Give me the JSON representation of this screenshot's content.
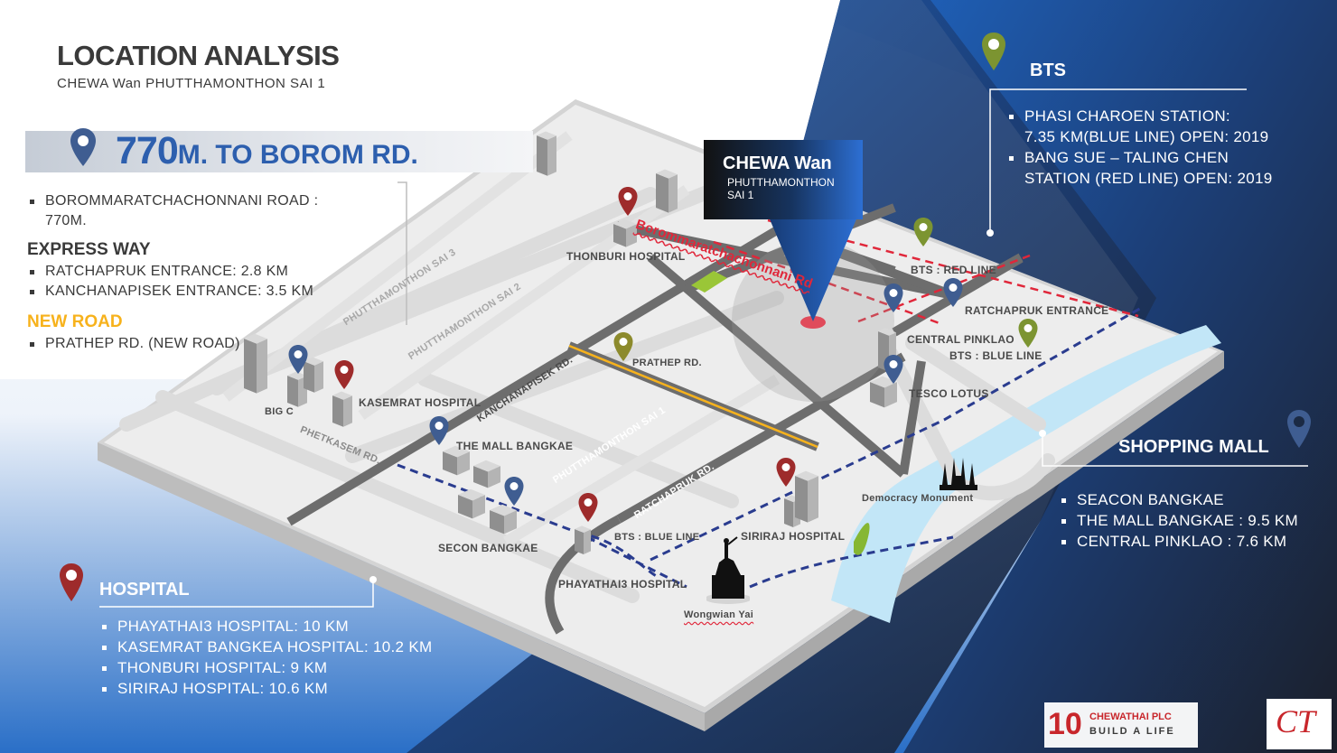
{
  "header": {
    "title": "LOCATION ANALYSIS",
    "subtitle": "CHEWA Wan PHUTTHAMONTHON SAI 1"
  },
  "distance_banner": {
    "value": "770",
    "unit_text": "M. TO BOROM RD."
  },
  "left_info": {
    "borom_item": [
      "BOROMMARATCHACHONNANI ROAD :",
      "770M."
    ],
    "express_way": {
      "heading": "EXPRESS WAY",
      "items": [
        "RATCHAPRUK ENTRANCE: 2.8 KM",
        "KANCHANAPISEK ENTRANCE: 3.5 KM"
      ]
    },
    "new_road": {
      "heading": "NEW ROAD",
      "items": [
        "PRATHEP RD. (NEW ROAD)"
      ]
    }
  },
  "bts": {
    "heading": "BTS",
    "items": [
      [
        "PHASI CHAROEN STATION:",
        "7.35 KM(BLUE LINE)  OPEN: 2019"
      ],
      [
        "BANG SUE – TALING CHEN",
        "STATION (RED LINE)   OPEN: 2019"
      ]
    ]
  },
  "shopping": {
    "heading": "SHOPPING MALL",
    "items": [
      "SEACON BANGKAE",
      "THE MALL BANGKAE : 9.5 KM",
      "CENTRAL PINKLAO : 7.6 KM"
    ]
  },
  "hospital": {
    "heading": "HOSPITAL",
    "items": [
      "PHAYATHAI3 HOSPITAL: 10 KM",
      "KASEMRAT BANGKEA HOSPITAL: 10.2 KM",
      "THONBURI HOSPITAL: 9 KM",
      "SIRIRAJ HOSPITAL: 10.6 KM"
    ]
  },
  "project_marker": {
    "name": "CHEWA Wan",
    "line1": "PHUTTHAMONTHON",
    "line2": "SAI 1"
  },
  "map_labels": {
    "borom_rd": "Borommaratchachonnani Rd",
    "thonburi_hospital": "THONBURI HOSPITAL",
    "bts_red_line": "BTS : RED LINE",
    "ratchapruk_entrance": "RATCHAPRUK ENTRANCE",
    "central_pinklao": "CENTRAL PINKLAO",
    "bts_blue_line_top": "BTS : BLUE LINE",
    "tesco_lotus": "TESCO LOTUS",
    "prathep_rd": "PRATHEP RD.",
    "kanchanapisek_rd": "KANCHANAPISEK RD.",
    "phutthamonthon_sai_3": "PHUTTHAMONTHON SAI 3",
    "phutthamonthon_sai_2": "PHUTTHAMONTHON SAI 2",
    "phutthamonthon_sai_1": "PHUTTHAMONTHON SAI 1",
    "big_c": "BIG C",
    "kasemrat_hospital": "KASEMRAT HOSPITAL",
    "phetkasem_rd": "PHETKASEM  RD.",
    "the_mall_bangkae": "THE MALL BANGKAE",
    "ratchapruk_rd": "RATCHAPRUK RD.",
    "secon_bangkae": "SECON BANGKAE",
    "bts_blue_line": "BTS : BLUE LINE",
    "siriraj_hospital": "SIRIRAJ HOSPITAL",
    "phayathai3_hospital": "PHAYATHAI3 HOSPITAL",
    "wongwian_yai": "Wongwian Yai",
    "democracy_monument": "Democracy Monument"
  },
  "logo": {
    "anniversary": "10",
    "company": "CHEWATHAI PLC",
    "tagline": "BUILD A LIFE",
    "monogram": "CT"
  },
  "colors": {
    "navy": "#1e3f7a",
    "bright_blue": "#2d6fd3",
    "title_blue": "#2d5fae",
    "orange": "#f7b21c",
    "red_line": "#e0273a",
    "blue_line": "#2a3c8f",
    "pin_blue": "#3f5d91",
    "pin_red": "#9e2b2b",
    "pin_green": "#7c9431",
    "pin_olive": "#8c8a2c",
    "river": "#bfe4f6"
  },
  "icons": [
    "map-pin-icon",
    "monument-icon",
    "statue-icon",
    "building-icon",
    "park-icon"
  ]
}
